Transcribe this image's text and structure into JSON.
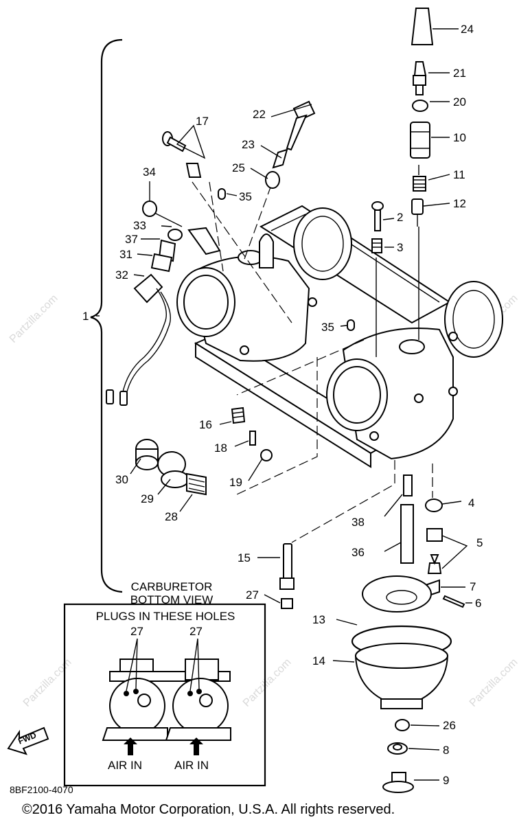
{
  "diagram": {
    "code": "8BF2100-4070",
    "copyright": "©2016  Yamaha Motor Corporation, U.S.A. All rights reserved.",
    "watermark": "Partzilla.com",
    "fwd_label": "FWD",
    "bottom_view": {
      "title": "CARBURETOR\nBOTTOM VIEW",
      "box_title": "PLUGS IN THESE HOLES",
      "plug_label_left": "27",
      "plug_label_right": "27",
      "air_in_left": "AIR IN",
      "air_in_right": "AIR IN"
    },
    "callouts": {
      "c1": "1",
      "c2": "2",
      "c3": "3",
      "c4": "4",
      "c5": "5",
      "c6": "6",
      "c7": "7",
      "c8": "8",
      "c9": "9",
      "c10": "10",
      "c11": "11",
      "c12": "12",
      "c13": "13",
      "c14": "14",
      "c15": "15",
      "c16": "16",
      "c17": "17",
      "c18": "18",
      "c19": "19",
      "c20": "20",
      "c21": "21",
      "c22": "22",
      "c23": "23",
      "c24": "24",
      "c25": "25",
      "c26": "26",
      "c27": "27",
      "c28": "28",
      "c29": "29",
      "c30": "30",
      "c31": "31",
      "c32": "32",
      "c33": "33",
      "c34": "34",
      "c35a": "35",
      "c35b": "35",
      "c36": "36",
      "c37": "37",
      "c38": "38"
    }
  }
}
